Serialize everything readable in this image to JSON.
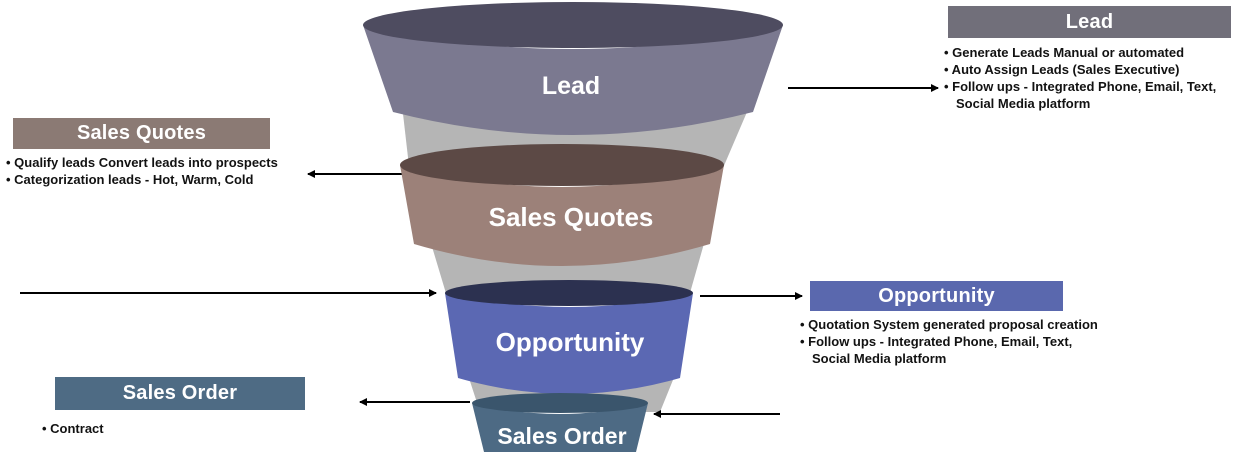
{
  "bullet_char": "•",
  "funnel": {
    "stages": [
      {
        "label": "Lead",
        "front": "#7b7990",
        "top": "#4e4c60"
      },
      {
        "label": "Sales Quotes",
        "front": "#9c8179",
        "top": "#5c4945"
      },
      {
        "label": "Opportunity",
        "front": "#5b68b3",
        "top": "#2c3150"
      },
      {
        "label": "Sales Order",
        "front": "#4d6a84",
        "top": "#3a556c"
      }
    ]
  },
  "callouts": {
    "sales_quotes": {
      "title": "Sales Quotes",
      "header_bg": "#8b7a74",
      "bullets": [
        "Qualify leads Convert leads into prospects",
        "Categorization leads - Hot, Warm, Cold"
      ]
    },
    "sales_order": {
      "title": "Sales Order",
      "header_bg": "#4e6b84",
      "bullets": [
        "Contract"
      ]
    },
    "lead": {
      "title": "Lead",
      "header_bg": "#716f7a",
      "bullets": [
        "Generate Leads Manual or automated",
        "Auto Assign Leads (Sales Executive)",
        "Follow ups - Integrated Phone, Email, Text, Social Media platform"
      ]
    },
    "opportunity": {
      "title": "Opportunity",
      "header_bg": "#5a68ae",
      "bullets": [
        "Quotation System generated proposal creation",
        "Follow ups - Integrated Phone, Email, Text, Social Media platform"
      ]
    }
  },
  "connector_color": "#000000",
  "shadow_color": "#b5b5b5"
}
